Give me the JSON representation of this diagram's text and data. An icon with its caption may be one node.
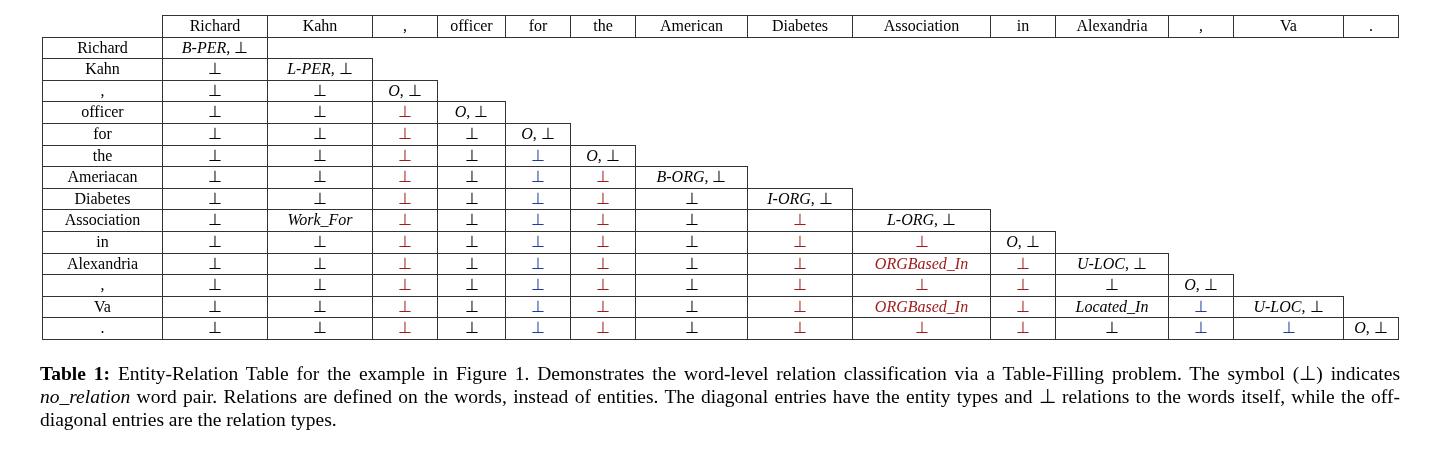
{
  "diagram": {
    "caption": "**Table 1:** Entity-Relation Table for the example in Figure 1. Demonstrates the word-level relation classification via a Table-Filling problem. The symbol (⊥) indicates *no_relation* word pair. Relations are defined on the words, instead of entities. The diagonal entries have the entity types and ⊥ relations to the words itself, while the off-diagonal entries are the relation types.",
    "labels": [
      "Richard",
      "Kahn",
      ",",
      "officer",
      "for",
      "the",
      "American",
      "Diabetes",
      "Association",
      "in",
      "Alexandria",
      ",",
      "Va",
      ".",
      "Richard",
      "*B-PER*, ⊥",
      "Kahn",
      "⊥",
      "*L-PER*, ⊥",
      ",",
      "⊥",
      "⊥",
      "*O*, ⊥",
      "officer",
      "⊥",
      "⊥",
      "⊥",
      "*O*, ⊥",
      "for",
      "⊥",
      "⊥",
      "⊥",
      "⊥",
      "*O*, ⊥",
      "the",
      "⊥",
      "⊥",
      "⊥",
      "⊥",
      "⊥",
      "*O*, ⊥",
      "Ameriacan",
      "⊥",
      "⊥",
      "⊥",
      "⊥",
      "⊥",
      "⊥",
      "*B-ORG*, ⊥",
      "Diabetes",
      "⊥",
      "⊥",
      "⊥",
      "⊥",
      "⊥",
      "⊥",
      "⊥",
      "*I-ORG*, ⊥",
      "Association",
      "⊥",
      "*Work_For*",
      "⊥",
      "⊥",
      "⊥",
      "⊥",
      "⊥",
      "⊥",
      "*L-ORG*, ⊥",
      "in",
      "⊥",
      "⊥",
      "⊥",
      "⊥",
      "⊥",
      "⊥",
      "⊥",
      "⊥",
      "⊥",
      "*O*, ⊥",
      "Alexandria",
      "⊥",
      "⊥",
      "⊥",
      "⊥",
      "⊥",
      "⊥",
      "⊥",
      "⊥",
      "*ORGBased_In*",
      "⊥",
      "*U-LOC*, ⊥",
      ",",
      "⊥",
      "⊥",
      "⊥",
      "⊥",
      "⊥",
      "⊥",
      "⊥",
      "⊥",
      "⊥",
      "⊥",
      "⊥",
      "*O*, ⊥",
      "Va",
      "⊥",
      "⊥",
      "⊥",
      "⊥",
      "⊥",
      "⊥",
      "⊥",
      "⊥",
      "*ORGBased_In*",
      "⊥",
      "*Located_In*",
      "⊥",
      "*U-LOC*, ⊥",
      ".",
      "⊥",
      "⊥",
      "⊥",
      "⊥",
      "⊥",
      "⊥",
      "⊥",
      "⊥",
      "⊥",
      "⊥",
      "⊥",
      "⊥",
      "⊥",
      "*O*, ⊥"
    ]
  }
}
